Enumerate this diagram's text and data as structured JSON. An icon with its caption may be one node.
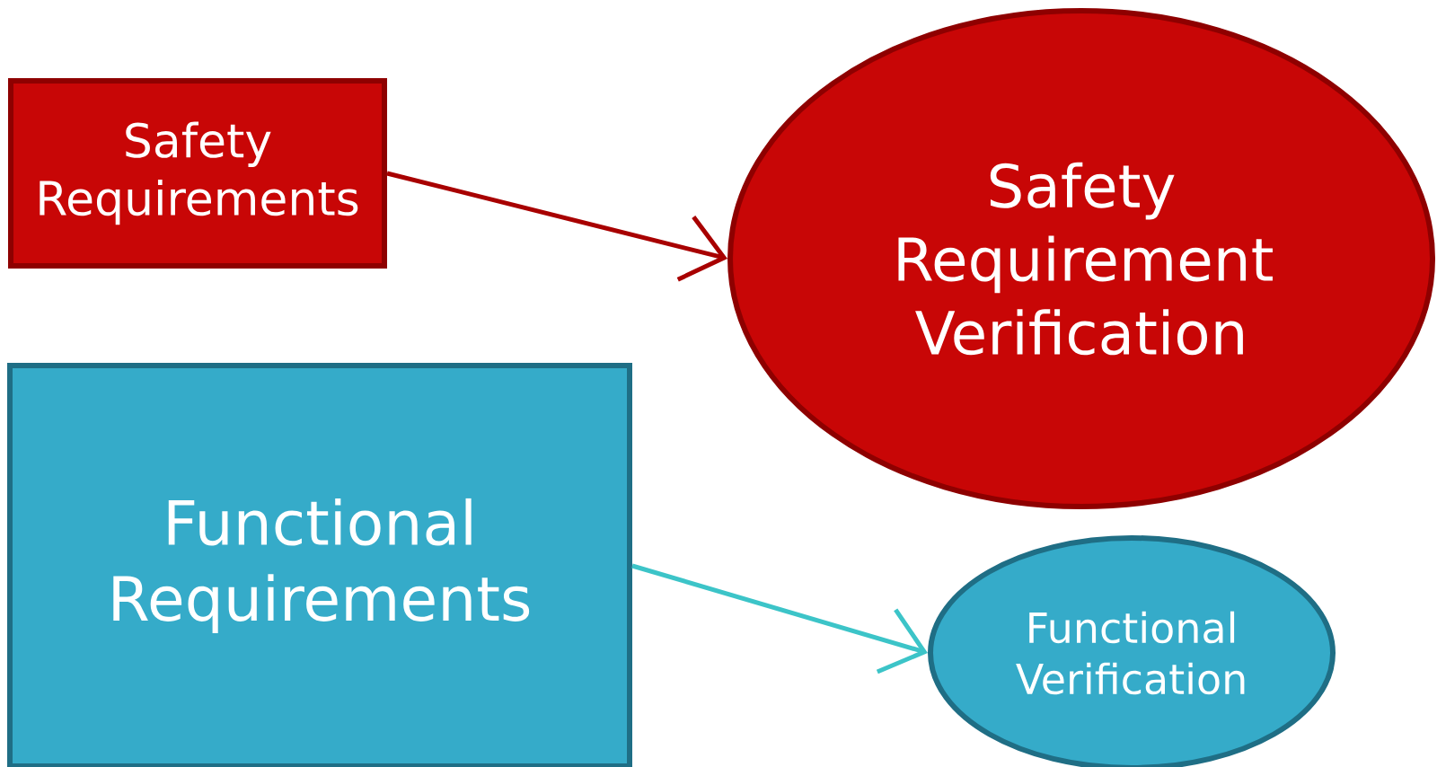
{
  "diagram": {
    "nodes": [
      {
        "text": [
          "Safety Requirements"
        ]
      },
      {
        "text": [
          "Safety Requirement Verification"
        ]
      },
      {
        "text": [
          "Functional Requirements"
        ]
      },
      {
        "text": [
          "Functional Verification"
        ]
      }
    ],
    "edges": [
      {
        "from": 0,
        "to": 1,
        "arrow": "to",
        "color": "#a80000"
      },
      {
        "from": 2,
        "to": 3,
        "arrow": "to",
        "color": "#3cc4c8"
      }
    ]
  }
}
